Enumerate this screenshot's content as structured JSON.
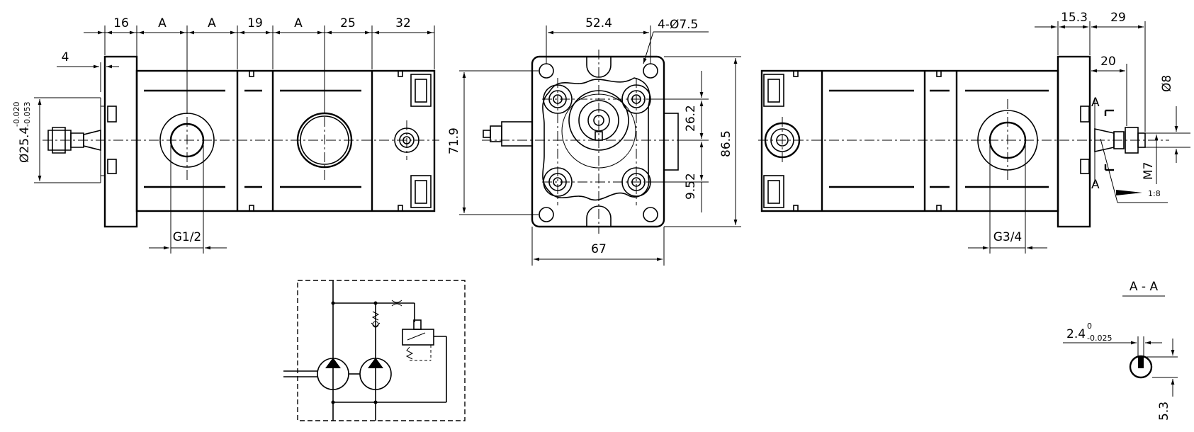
{
  "side_view": {
    "dims_top": [
      "16",
      "A",
      "A",
      "19",
      "A",
      "25",
      "32"
    ],
    "dim_4": "4",
    "shaft_dia": "Ø25.4",
    "shaft_tol_upper": "-0.020",
    "shaft_tol_lower": "-0.053",
    "port": "G1/2"
  },
  "front_view": {
    "width_top": "52.4",
    "holes": "4-Ø7.5",
    "height_left": "71.9",
    "dim_upper": "26.2",
    "dim_lower": "9.52",
    "height_right": "86.5",
    "width_bottom": "67"
  },
  "rear_view": {
    "dim_15_3": "15.3",
    "dim_29": "29",
    "dim_20": "20",
    "dia_8": "Ø8",
    "section_mark_top": "A",
    "section_mark_bottom": "A",
    "thread": "M7",
    "taper": "1:8",
    "port": "G3/4"
  },
  "section": {
    "title": "A - A",
    "key_dim": "2.4",
    "key_tol_upper": "0",
    "key_tol_lower": "-0.025",
    "dim_5_3": "5.3"
  },
  "colors": {
    "line": "#000000",
    "background": "#ffffff"
  }
}
